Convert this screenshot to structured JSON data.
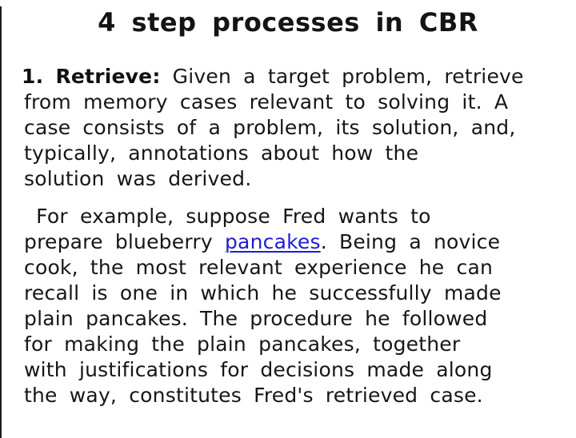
{
  "slide": {
    "title": "4 step processes in CBR",
    "list": {
      "marker": "1.",
      "lead_bold": "Retrieve:"
    },
    "paragraph1_lines": [
      "Given a target problem, retrieve",
      "from memory cases relevant to solving it. A",
      "case consists of a problem, its solution, and,",
      "typically, annotations about how the",
      "solution was derived."
    ],
    "paragraph2": {
      "line1": " For example, suppose Fred wants to",
      "link_line": {
        "pre": "prepare blueberry ",
        "link_text": "pancakes",
        "post": ". Being a novice"
      },
      "lines_after": [
        "cook, the most relevant experience he can",
        "recall is one in which he successfully made",
        "plain pancakes. The procedure he followed",
        "for making the plain pancakes, together",
        "with justifications for decisions made along",
        "the way, constitutes Fred's retrieved case."
      ]
    },
    "colors": {
      "link_blue": "#1e1ed2",
      "text": "#161616",
      "edge_line": "#1c1c1c"
    }
  }
}
